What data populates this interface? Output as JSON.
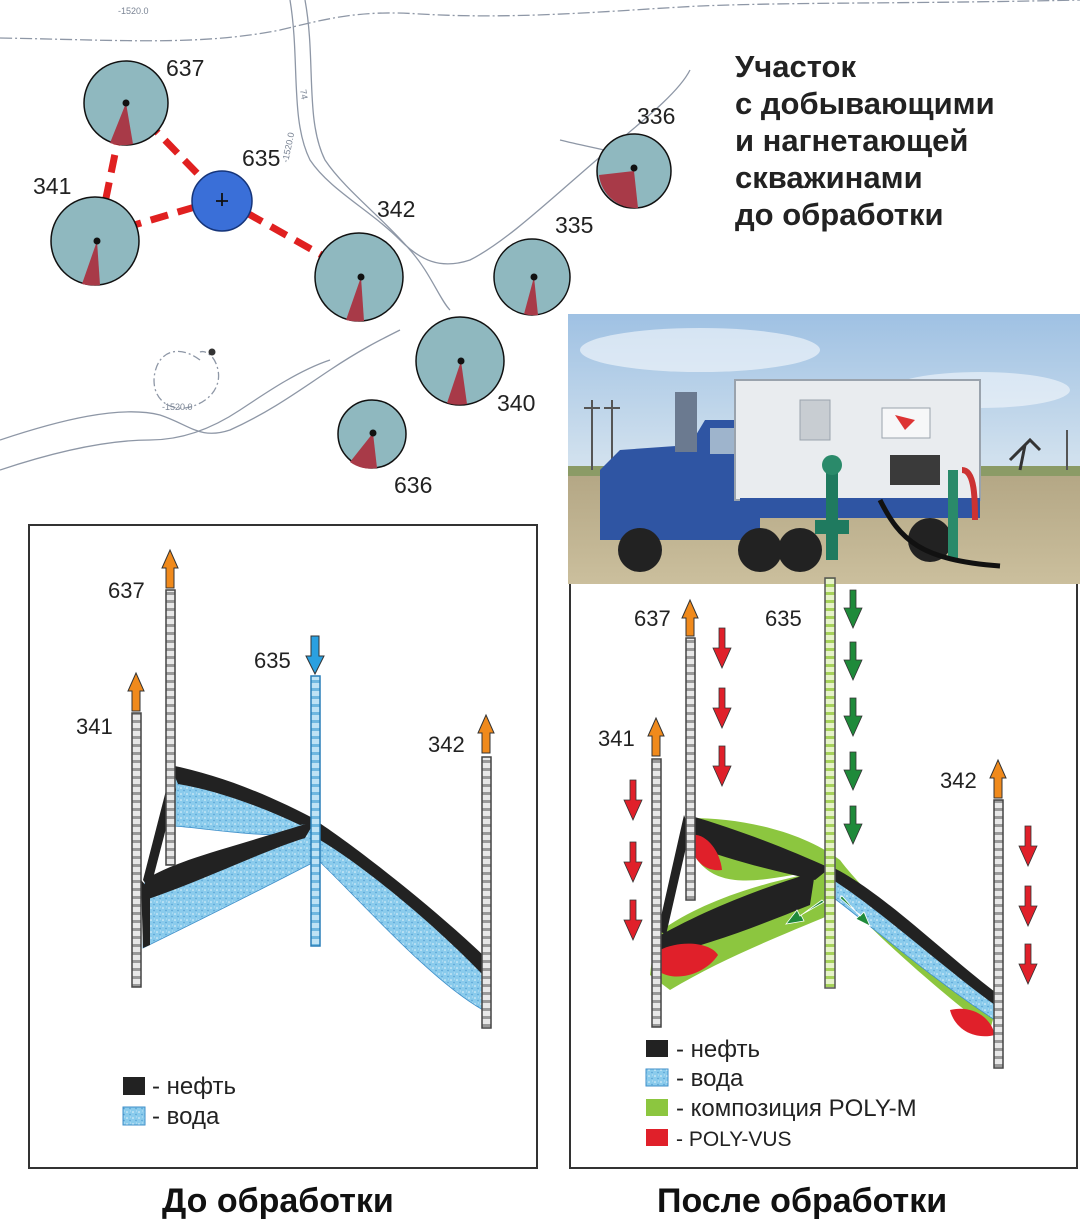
{
  "title_lines": [
    "Участок",
    "с добывающими",
    "и нагнетающей",
    "скважинами",
    "до обработки"
  ],
  "contour_labels": [
    "-1520.0",
    "-1520.0",
    "-1520.0",
    "74"
  ],
  "map_wells": [
    {
      "id": "637",
      "type": "producer",
      "label": "637"
    },
    {
      "id": "341",
      "type": "producer",
      "label": "341"
    },
    {
      "id": "635",
      "type": "injector",
      "label": "635"
    },
    {
      "id": "342",
      "type": "producer",
      "label": "342"
    },
    {
      "id": "336",
      "type": "producer",
      "label": "336"
    },
    {
      "id": "335",
      "type": "producer",
      "label": "335"
    },
    {
      "id": "340",
      "type": "producer",
      "label": "340"
    },
    {
      "id": "636",
      "type": "producer",
      "label": "636"
    }
  ],
  "before": {
    "caption": "До обработки",
    "well_labels": {
      "w637": "637",
      "w341": "341",
      "w635": "635",
      "w342": "342"
    },
    "legend": [
      {
        "label": "- нефть",
        "color": "#222222"
      },
      {
        "label": "- вода",
        "color": "#7fc3e6"
      }
    ]
  },
  "after": {
    "caption": "После обработки",
    "well_labels": {
      "w637": "637",
      "w341": "341",
      "w635": "635",
      "w342": "342"
    },
    "legend": [
      {
        "label": "- нефть",
        "color": "#222222"
      },
      {
        "label": "- вода",
        "color": "#7fc3e6"
      },
      {
        "label": "- композиция POLY-M",
        "color": "#8cc63f"
      },
      {
        "label": "- POLY-VUS",
        "color": "#e0202a"
      }
    ]
  },
  "colors": {
    "map_circle": "#8fb8bf",
    "injector": "#3a6fd8",
    "sector": "#a83a48",
    "link": "#e02020",
    "arrow_orange": "#f08a1c",
    "arrow_blue": "#2aa0e0",
    "arrow_green": "#1f8a3a",
    "arrow_red": "#e0202a",
    "oil": "#222222",
    "water": "#7fc3e6",
    "polym": "#8cc63f",
    "polyvus": "#e0202a"
  }
}
